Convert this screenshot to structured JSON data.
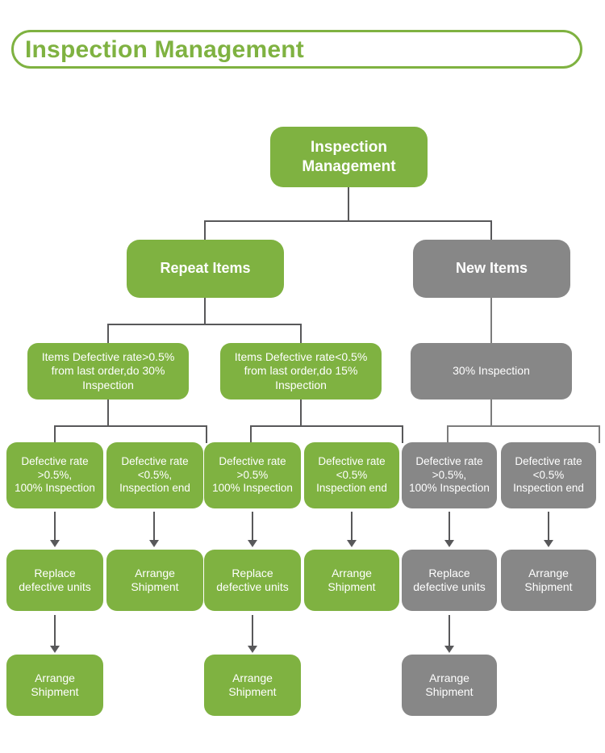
{
  "header": {
    "title": "Inspection Management",
    "accent_color": "#7FB241",
    "background_color": "#FFFFFF"
  },
  "colors": {
    "green": "#7FB241",
    "gray": "#878787",
    "connector_dark": "#58585A",
    "connector_gray": "#7C7C7C",
    "node_text": "#FFFFFF"
  },
  "diagram": {
    "type": "tree-flowchart",
    "root": {
      "label": "Inspection\nManagement",
      "color": "green"
    },
    "level2": [
      {
        "label": "Repeat Items",
        "color": "green"
      },
      {
        "label": "New Items",
        "color": "gray"
      }
    ],
    "level3": [
      {
        "label": "Items Defective rate>0.5%\nfrom last order,do 30%\nInspection",
        "color": "green"
      },
      {
        "label": "Items Defective rate<0.5%\nfrom last order,do 15%\nInspection",
        "color": "green"
      },
      {
        "label": "30% Inspection",
        "color": "gray"
      }
    ],
    "level4": [
      {
        "label": "Defective rate\n>0.5%,\n100% Inspection",
        "color": "green"
      },
      {
        "label": "Defective rate\n<0.5%,\nInspection end",
        "color": "green"
      },
      {
        "label": "Defective rate\n>0.5%\n100% Inspection",
        "color": "green"
      },
      {
        "label": "Defective rate\n<0.5%\nInspection end",
        "color": "green"
      },
      {
        "label": "Defective rate\n>0.5%,\n100% Inspection",
        "color": "gray"
      },
      {
        "label": "Defective rate\n<0.5%\nInspection end",
        "color": "gray"
      }
    ],
    "level5": [
      {
        "label": "Replace\ndefective units",
        "color": "green"
      },
      {
        "label": "Arrange\nShipment",
        "color": "green"
      },
      {
        "label": "Replace\ndefective units",
        "color": "green"
      },
      {
        "label": "Arrange\nShipment",
        "color": "green"
      },
      {
        "label": "Replace\ndefective units",
        "color": "gray"
      },
      {
        "label": "Arrange\nShipment",
        "color": "gray"
      }
    ],
    "level6": [
      {
        "label": "Arrange\nShipment",
        "color": "green"
      },
      {
        "label": "Arrange\nShipment",
        "color": "green"
      },
      {
        "label": "Arrange\nShipment",
        "color": "gray"
      }
    ]
  }
}
